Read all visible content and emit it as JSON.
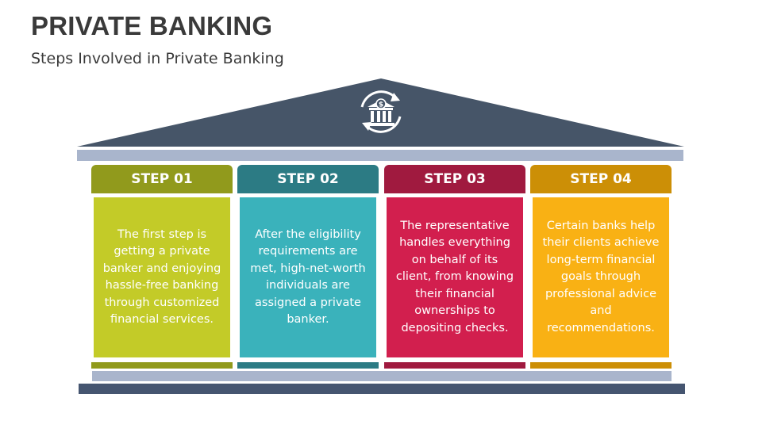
{
  "header": {
    "title": "PRIVATE BANKING",
    "subtitle": "Steps Involved in Private Banking"
  },
  "roof": {
    "color": "#465568",
    "icon": "bank-dollar-cycle-icon"
  },
  "colors": {
    "beam": "#a9b5cc",
    "base_dark": "#455570"
  },
  "steps": [
    {
      "label": "STEP 01",
      "text": "The first step is getting a private banker and enjoying hassle-free banking through customized financial services.",
      "head_color": "#919a1c",
      "body_color": "#c3cb28"
    },
    {
      "label": "STEP 02",
      "text": "After the eligibility requirements are met, high-net-worth individuals are assigned a private banker.",
      "head_color": "#2c7b84",
      "body_color": "#3ab2bb"
    },
    {
      "label": "STEP 03",
      "text": "The representative handles everything on behalf of its client, from knowing their financial ownerships to depositing checks.",
      "head_color": "#a01a3f",
      "body_color": "#d21f4e"
    },
    {
      "label": "STEP 04",
      "text": "Certain banks help their clients achieve long-term financial goals through professional advice and recommendations.",
      "head_color": "#cc8f06",
      "body_color": "#f9b114"
    }
  ]
}
